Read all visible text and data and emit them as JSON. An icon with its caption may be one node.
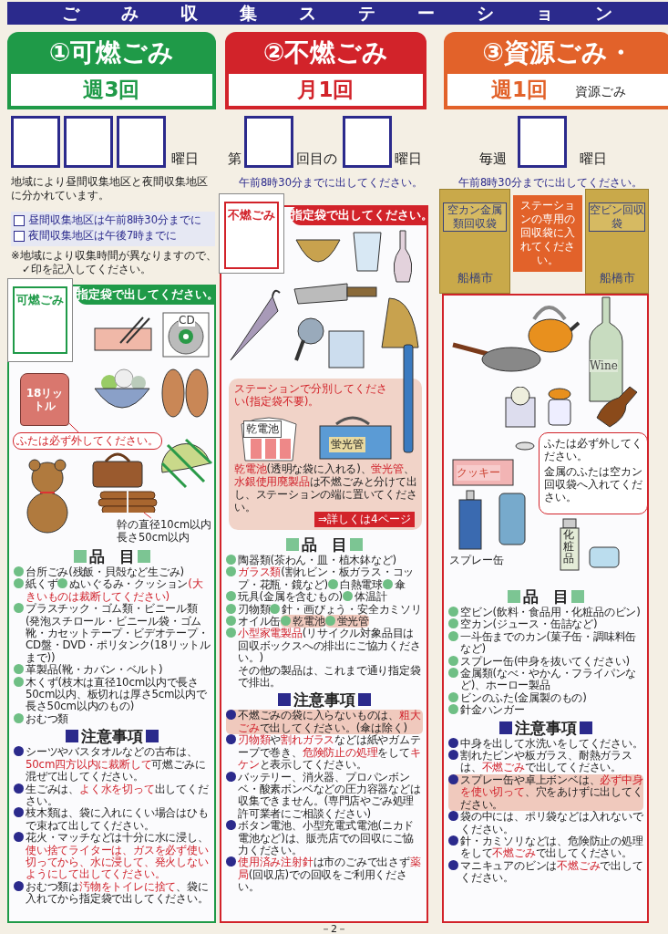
{
  "diagram": {
    "title": "ごみ収集ステーション",
    "nodes": [
      {
        "text": [
          "①可燃ごみ",
          "週3回"
        ]
      },
      {
        "text": [
          "②不燃ごみ",
          "月1回"
        ]
      },
      {
        "text": [
          "③資源ごみ・",
          "週1回",
          "資源ごみ"
        ]
      },
      {
        "text": [
          "可燃ごみ"
        ]
      },
      {
        "text": [
          "品　目",
          "台所ごみ(残飯・貝殻など生ごみ)",
          "紙くず",
          "ぬいぐるみ・クッション**(大きいものは裁断してください)**",
          "プラスチック・ゴム類・ビニール類(発泡スチロール・ビニール袋・ゴム靴・カセットテープ・ビデオテープ・CD盤・DVD・ポリタンク(18リットルまで))",
          "革製品(靴・カバン・ベルト)",
          "木くず(枝木は直径10cm以内で長さ50cm以内、板切れは厚さ5cm以内で長さ50cm以内のもの)",
          "おむつ類",
          "注意事項",
          "シーツやバスタオルなどの古布は、**50cm四方以内に裁断して**可燃ごみに混ぜて出してください。",
          "生ごみは、**よく水を切って**出してください。",
          "枝木類は、袋に入れにくい場合はひもで束ねて出してください。",
          "花火・マッチなどは十分に水に浸し、**使い捨てライターは、ガスを必ず使い切ってから、水に浸して、発火しないようにして出してください。**",
          "おむつ類は**汚物をトイレに捨て**、袋に入れてから指定袋で出してください。"
        ]
      },
      {
        "text": [
          "指定袋で出してください。"
        ],
        "in": 4
      },
      {
        "text": [
          "18リットル"
        ],
        "in": 4
      },
      {
        "text": [
          "ふたは必ず外してください。"
        ],
        "in": 4
      },
      {
        "text": [],
        "shape": "picture",
        "in": 4
      },
      {
        "text": [
          "幹の直径10cm以内長さ50cm以内"
        ],
        "in": 4
      },
      {
        "text": [
          "不燃ごみ"
        ]
      },
      {
        "text": [
          "品　目",
          "陶器類(茶わん・皿・植木鉢など)",
          "**ガラス類**(割れビン・板ガラス・コップ・花瓶・鏡など)",
          "白熱電球",
          "傘",
          "玩具(金属を含むもの)",
          "体温計",
          "刃物類",
          "針・画びょう・安全カミソリ",
          "オイル缶",
          "乾電池",
          "蛍光管",
          "**小型家電製品**(リサイクル対象品目は回収ボックスへの排出にご協力ください。)",
          "その他の製品は、これまで通り指定袋で排出。",
          "注意事項",
          "不燃ごみの袋に入らないものは、**粗大ごみ**で出してください。(傘は除く)",
          "**刃物類**や**割れガラス**などは紙やガムテープで巻き、**危険防止の処理**をして**キケン**と表示してください。",
          "バッテリー、消火器、プロパンボンベ・酸素ボンベなどの圧力容器などは収集できません。(専門店やごみ処理許可業者にご相談ください)",
          "ボタン電池、小型充電式電池(ニカド電池など)は、販売店での回収にご協力ください。",
          "**使用済み注射針**は市のごみで出さず**薬局**(回収店)での回収をご利用ください。"
        ]
      },
      {
        "text": [
          "指定袋で出してください。"
        ],
        "in": 11
      },
      {
        "text": [
          "ステーションで分別してください(指定袋不要)。",
          "**乾電池**(透明な袋に入れる)、**蛍光管**、**水銀使用廃製品**は不燃ごみと分けて出し、ステーションの端に置いてください。",
          "⇒詳しくは4ページ"
        ],
        "in": 11
      },
      {
        "text": [
          "空カン金属類回収袋",
          "船橋市"
        ]
      },
      {
        "text": [
          "ステーションの専用の回収袋に入れてください。"
        ]
      },
      {
        "text": [
          "空ビン回収袋",
          "船橋市"
        ]
      },
      {
        "text": [
          "品　目",
          "空ビン(飲料・食品用・化粧品のビン)",
          "空カン(ジュース・缶詰など)",
          "一斗缶までのカン(菓子缶・調味料缶など)",
          "スプレー缶(中身を抜いてください)",
          "金属類(なべ・やかん・フライパンなど)、ホーロー製品",
          "ビンのふた(金属製のもの)",
          "針金ハンガー",
          "注意事項",
          "中身を出して水洗いをしてください。",
          "割れたビンや板ガラス、耐熱ガラスは、**不燃ごみ**で出してください。",
          "スプレー缶や卓上ボンベは、**必ず中身を使い切って**、穴をあけずに出してください。",
          "袋の中には、ポリ袋などは入れないでください。",
          "針・カミソリなどは、危険防止の処理をして**不燃ごみ**で出してください。",
          "マニキュアのビンは**不燃ごみ**で出してください。"
        ]
      },
      {
        "text": [
          "ふたは必ず外してください。",
          "金属のふたは空カン回収袋へ入れてください。"
        ],
        "in": 17
      }
    ],
    "edges": [
      {
        "from": 7,
        "to": 6,
        "arrow": "none"
      },
      {
        "from": 9,
        "to": 8,
        "arrow": "none"
      }
    ],
    "labels": [
      "曜日",
      "地域により昼間収集地区と夜間収集地区に分かれています。",
      "昼間収集地区は午前8時30分までに",
      "夜間収集地区は午後7時までに",
      "※地域により収集時間が異なりますので、✓印を記入してください。",
      "CD",
      "第",
      "回目の",
      "曜日",
      "午前8時30分までに出してください。",
      "乾電池",
      "蛍光管",
      "毎週",
      "曜日",
      "午前8時30分までに出してください。",
      "Wine",
      "クッキー",
      "化粧品",
      "スプレー缶",
      "－2－"
    ]
  }
}
